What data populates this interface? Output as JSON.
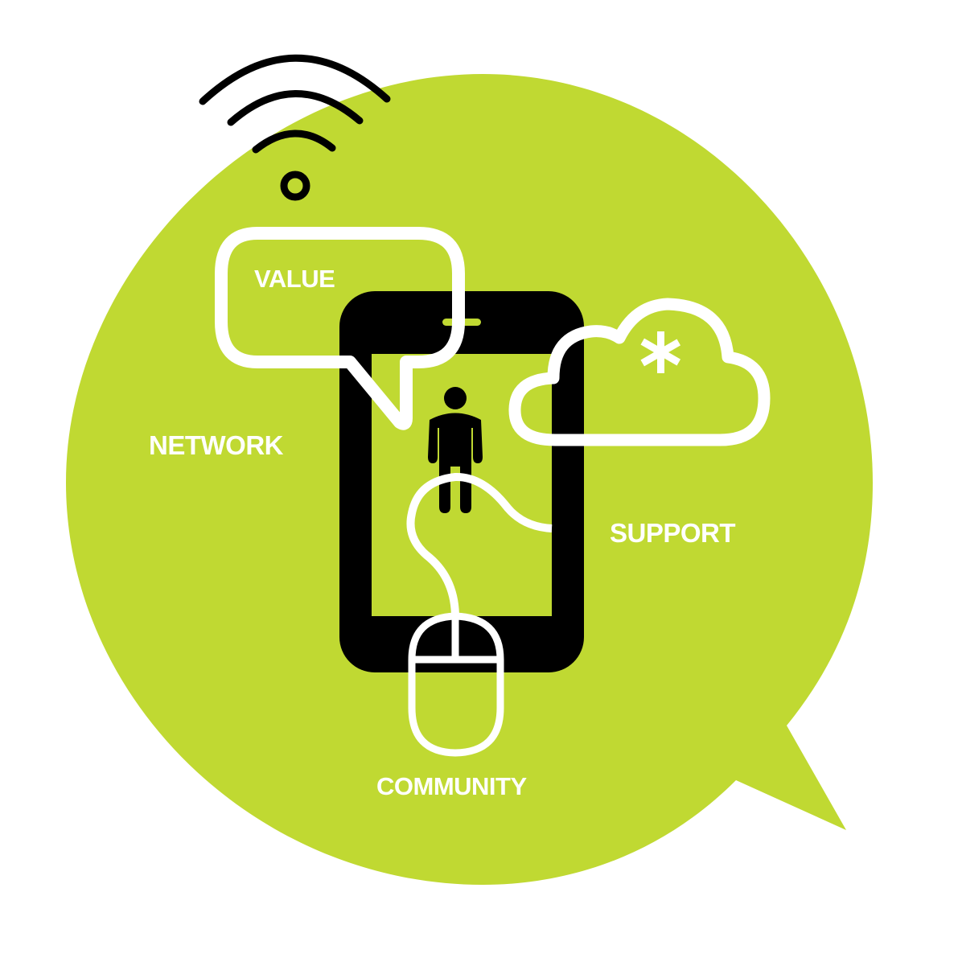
{
  "colors": {
    "background": "#ffffff",
    "bubble": "#c0d932",
    "device": "#000000",
    "outline": "#ffffff",
    "label": "#ffffff"
  },
  "labels": {
    "value": "VALUE",
    "network": "NETWORK",
    "support": "SUPPORT",
    "community": "COMMUNITY"
  },
  "icons": {
    "wifi": "wifi-icon",
    "chat": "chat-bubble-icon",
    "tablet": "tablet-icon",
    "person": "person-icon",
    "cloud": "cloud-icon",
    "asterisk": "asterisk-icon",
    "mouse": "mouse-icon",
    "speech_bubble": "speech-bubble-background"
  }
}
